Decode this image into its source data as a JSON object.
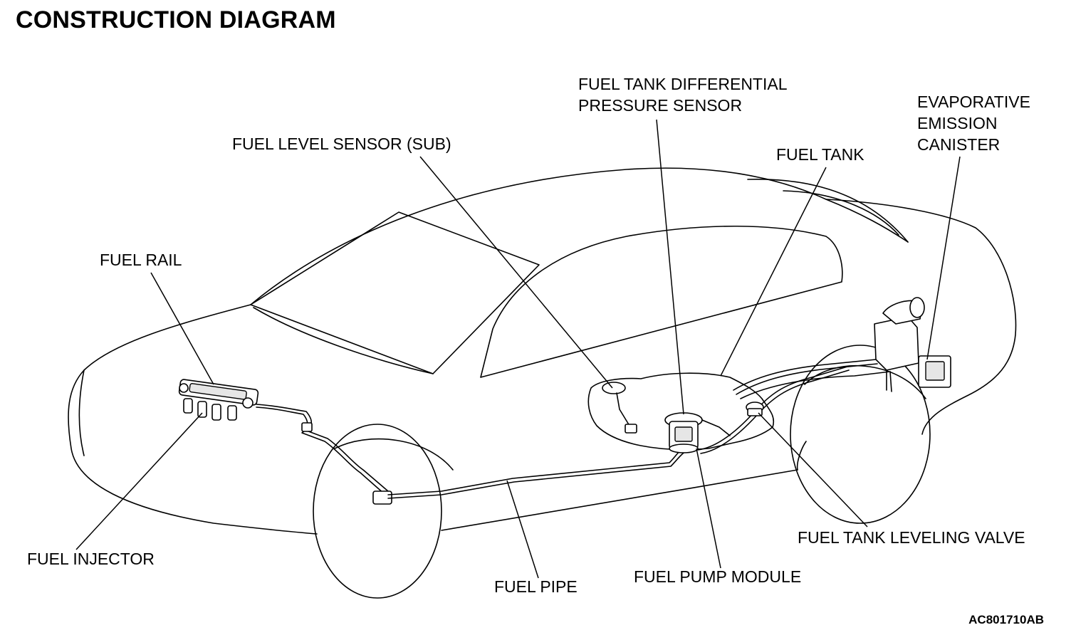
{
  "title": "CONSTRUCTION DIAGRAM",
  "figure_id": "AC801710AB",
  "labels": {
    "fuel_rail": "FUEL RAIL",
    "fuel_injector": "FUEL INJECTOR",
    "fuel_pipe": "FUEL PIPE",
    "fuel_pump_module": "FUEL PUMP MODULE",
    "fuel_level_sensor_sub": "FUEL LEVEL SENSOR (SUB)",
    "fuel_tank_diff_pressure_sensor_line1": "FUEL TANK DIFFERENTIAL",
    "fuel_tank_diff_pressure_sensor_line2": "PRESSURE SENSOR",
    "fuel_tank": "FUEL TANK",
    "evap_canister_line1": "EVAPORATIVE",
    "evap_canister_line2": "EMISSION",
    "evap_canister_line3": "CANISTER",
    "fuel_tank_leveling_valve": "FUEL TANK LEVELING VALVE"
  }
}
